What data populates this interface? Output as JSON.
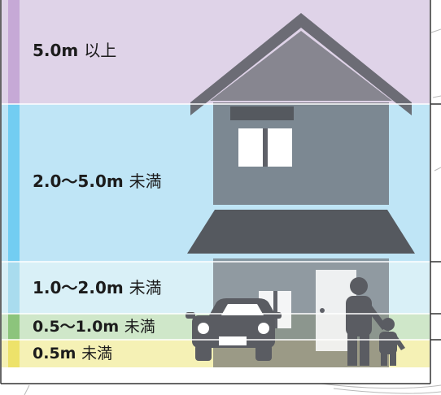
{
  "legend": {
    "title": "",
    "bands": [
      {
        "id": "above-5",
        "depth": "5.0m",
        "suffix": "以上",
        "color": "#dfd3e8",
        "accent": "#c6a9d6"
      },
      {
        "id": "2-5",
        "depth": "2.0～5.0m",
        "suffix": "未満",
        "color": "#bfe5f6",
        "accent": "#72cdf2"
      },
      {
        "id": "1-2",
        "depth": "1.0～2.0m",
        "suffix": "未満",
        "color": "#d9f0f7",
        "accent": "#a9dcee"
      },
      {
        "id": "05-1",
        "depth": "0.5～1.0m",
        "suffix": "未満",
        "color": "#cfe7c9",
        "accent": "#8cc47c"
      },
      {
        "id": "under-05",
        "depth": "0.5m",
        "suffix": "未満",
        "color": "#f5f1b5",
        "accent": "#ede26a"
      }
    ]
  },
  "colors": {
    "house": "#5f6168",
    "house_dark": "#4f5156",
    "window": "#ffffff",
    "divider": "#ffffff",
    "frame": "#333333"
  },
  "icons": [
    "house-icon",
    "car-icon",
    "adult-person-icon",
    "child-person-icon"
  ]
}
